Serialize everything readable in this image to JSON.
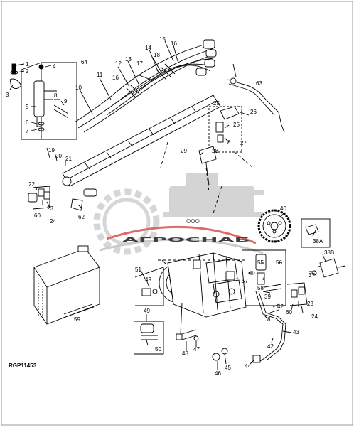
{
  "figure_id": "RGP11453",
  "watermark": {
    "company": "АГРОСНАБ",
    "prefix": "ООО",
    "colors": {
      "red": "#d23a3a",
      "gray": "#9a9a9a",
      "navy": "#2f3f70"
    }
  },
  "callouts": {
    "c1": "1",
    "c2": "2",
    "c3": "3",
    "c4": "4",
    "c5": "5",
    "c6": "6",
    "c7": "7",
    "c8a": "8",
    "c9": "9",
    "c10": "10",
    "c11": "11",
    "c12": "12",
    "c13": "13",
    "c14": "14",
    "c15": "15",
    "c16a": "16",
    "c16b": "16",
    "c17": "17",
    "c18": "18",
    "c19": "19",
    "c20": "20",
    "c21": "21",
    "c22": "22",
    "c23a": "23",
    "c24a": "24",
    "c25a": "25",
    "c25b": "25",
    "c26": "26",
    "c27": "27",
    "c8b": "8",
    "c28": "28",
    "c29": "29",
    "c60a": "60",
    "c62": "62",
    "c63": "63",
    "c64": "64",
    "c40": "40",
    "c38a": "38A",
    "c38b": "38B",
    "c37": "37",
    "c55": "55",
    "c56": "56",
    "c57": "57",
    "c58": "58",
    "c39": "39",
    "c51": "51",
    "c49a": "49",
    "c49b": "49",
    "c42a": "42",
    "c8c": "8",
    "c60b": "60",
    "c23b": "23",
    "c24b": "24",
    "c59": "59",
    "c50": "50",
    "c48": "48",
    "c47": "47",
    "c46": "46",
    "c45": "45",
    "c44": "44",
    "c42b": "42",
    "c43": "43"
  }
}
